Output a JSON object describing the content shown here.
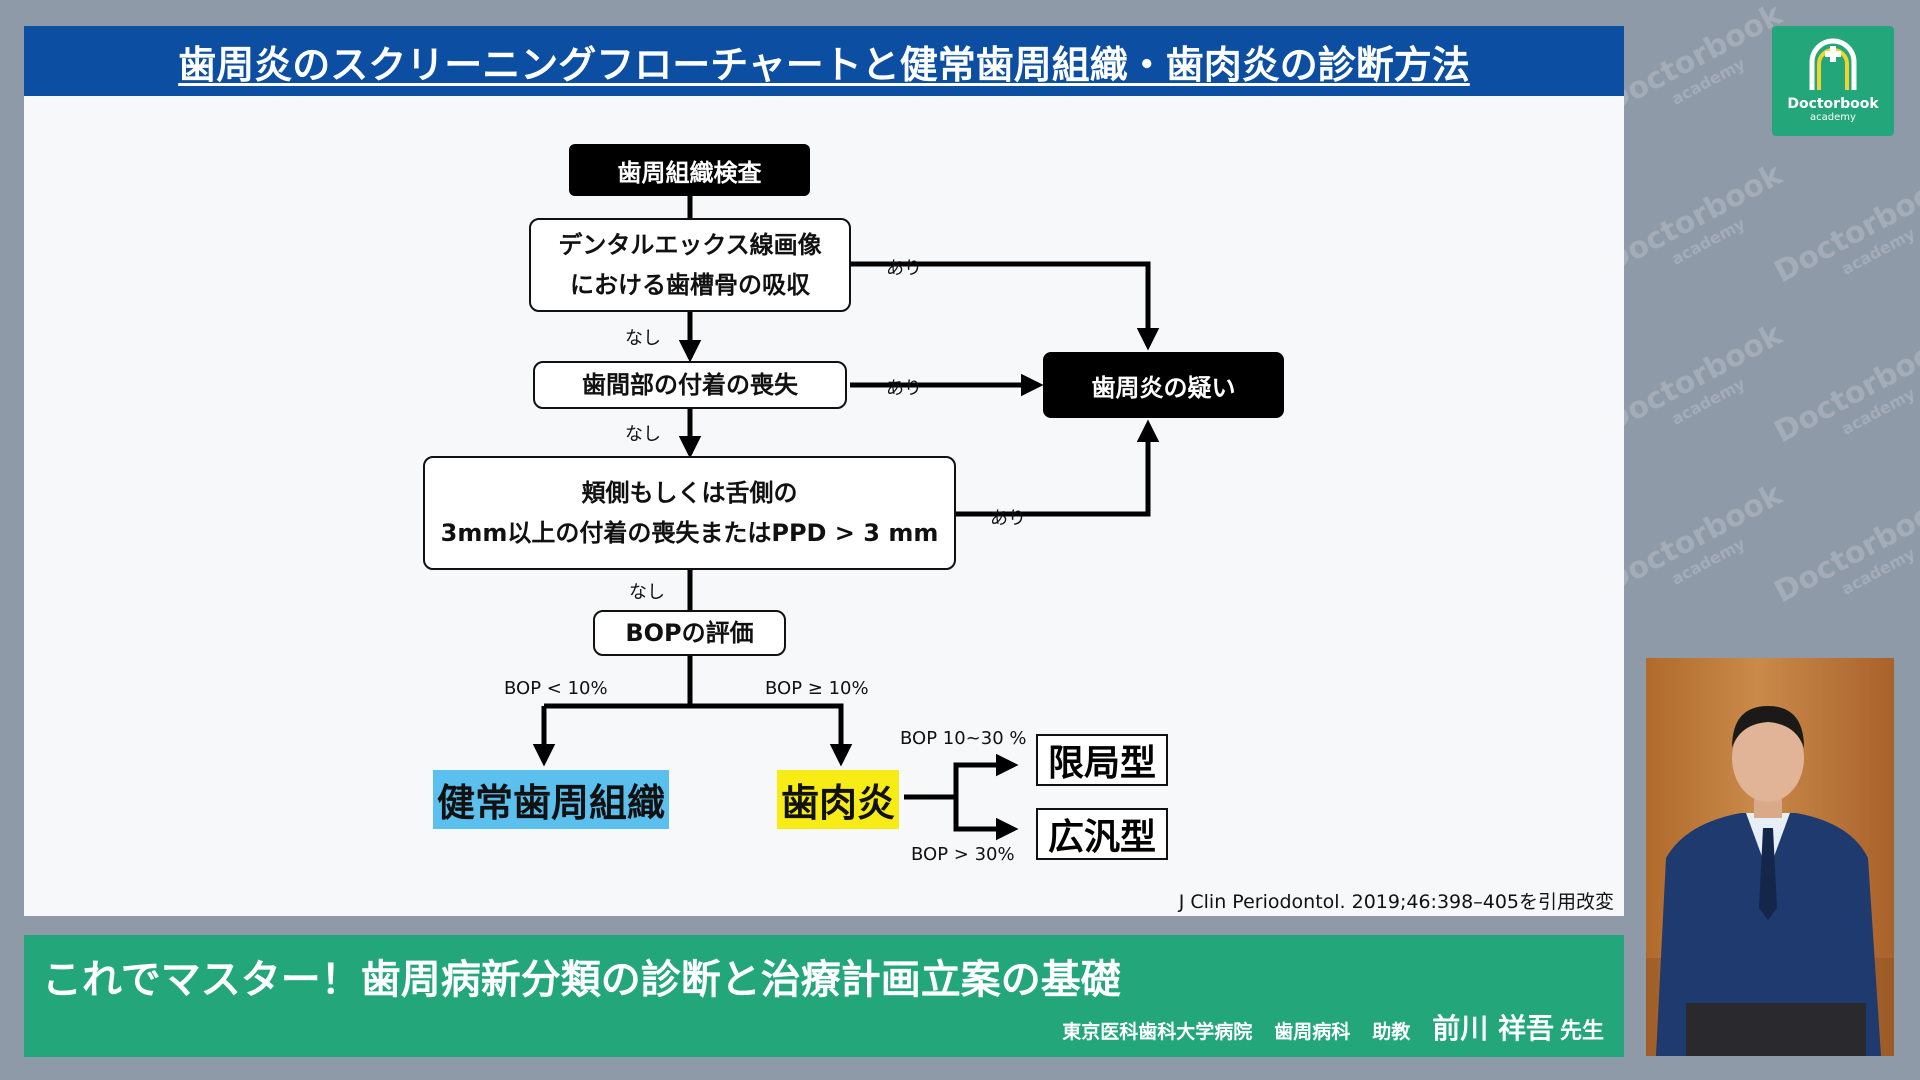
{
  "slide": {
    "title": "歯周炎のスクリーニングフローチャートと健常歯周組織・歯肉炎の診断方法",
    "citation": "J Clin Periodontol. 2019;46:398–405を引用改変"
  },
  "flowchart": {
    "start": "歯周組織検査",
    "q1_line1": "デンタルエックス線画像",
    "q1_line2": "における歯槽骨の吸収",
    "q2": "歯間部の付着の喪失",
    "q3_line1": "頬側もしくは舌側の",
    "q3_line2": "3mm以上の付着の喪失またはPPD > 3 mm",
    "q4": "BOPの評価",
    "suspect": "歯周炎の疑い",
    "yes": "あり",
    "no": "なし",
    "bop_low": "BOP < 10%",
    "bop_high": "BOP ≥ 10%",
    "bop_mid_range": "BOP 10~30 %",
    "bop_over": "BOP > 30%",
    "healthy": "健常歯周組織",
    "gingivitis": "歯肉炎",
    "localized": "限局型",
    "generalized": "広汎型"
  },
  "colors": {
    "header_blue": "#0b4ea2",
    "banner_green": "#23a77a",
    "healthy_highlight": "#5cc0ee",
    "gingivitis_highlight": "#f7ec16"
  },
  "banner": {
    "course_title": "これでマスター！歯周病新分類の診断と治療計画立案の基礎",
    "hospital": "東京医科歯科大学病院",
    "department": "歯周病科",
    "position": "助教",
    "name": "前川 祥吾",
    "honorific": "先生"
  },
  "logo": {
    "name": "Doctorbook",
    "sub": "academy",
    "icon": "doctorbook-arch-icon"
  },
  "watermark": {
    "name": "Doctorbook",
    "sub": "academy"
  }
}
